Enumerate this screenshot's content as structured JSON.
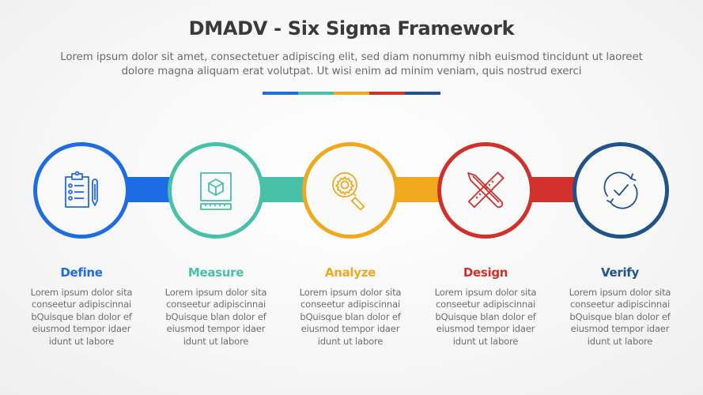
{
  "header": {
    "title": "DMADV - Six Sigma Framework",
    "subtitle": "Lorem ipsum dolor sit amet, consectetuer adipiscing elit, sed diam nonummy nibh euismod tincidunt ut laoreet dolore magna aliquam erat volutpat. Ut wisi enim ad minim veniam, quis nostrud exerci"
  },
  "colors": {
    "define": "#1f6be3",
    "measure": "#47c1a7",
    "analyze": "#f0a91f",
    "design": "#d2302a",
    "verify": "#22528a",
    "title_text": "#3a3a3a",
    "body_text": "#6f6f6f"
  },
  "stages": [
    {
      "title": "Define",
      "icon": "clipboard-checklist-pencil-icon",
      "description": "Lorem ipsum dolor sita\nconseetur adipiscinnai\nbQuisque blan dolor ef\neiusmod tempor idaer\nidunt ut labore"
    },
    {
      "title": "Measure",
      "icon": "cube-ruler-icon",
      "description": "Lorem ipsum dolor sita\nconseetur adipiscinnai\nbQuisque blan dolor ef\neiusmod tempor idaer\nidunt ut labore"
    },
    {
      "title": "Analyze",
      "icon": "magnifier-gear-icon",
      "description": "Lorem ipsum dolor sita\nconseetur adipiscinnai\nbQuisque blan dolor ef\neiusmod tempor idaer\nidunt ut labore"
    },
    {
      "title": "Design",
      "icon": "pencil-ruler-cross-icon",
      "description": "Lorem ipsum dolor sita\nconseetur adipiscinnai\nbQuisque blan dolor ef\neiusmod tempor idaer\nidunt ut labore"
    },
    {
      "title": "Verify",
      "icon": "refresh-check-icon",
      "description": "Lorem ipsum dolor sita\nconseetur adipiscinnai\nbQuisque blan dolor ef\neiusmod tempor idaer\nidunt ut labore"
    }
  ]
}
